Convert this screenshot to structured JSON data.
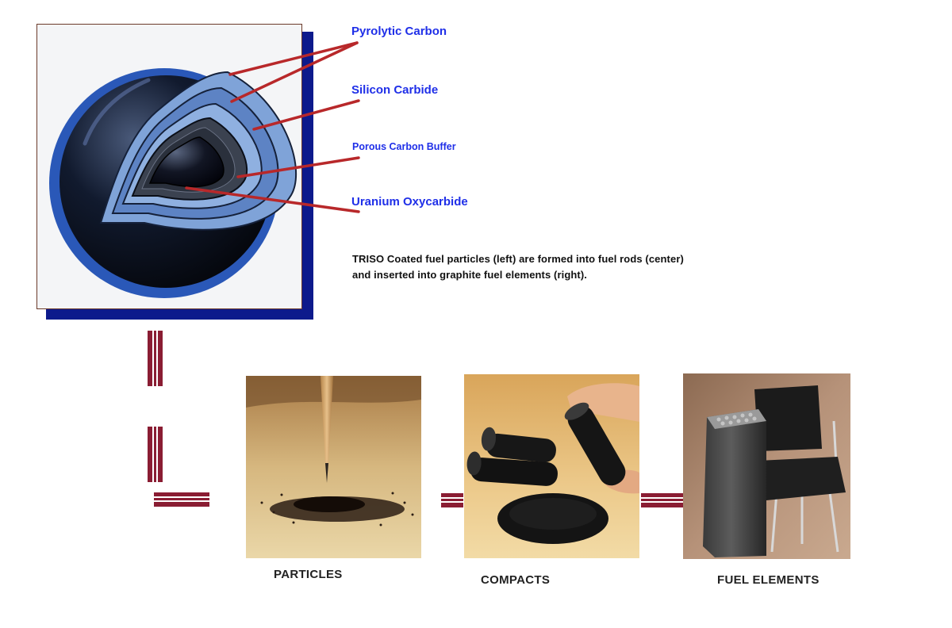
{
  "layers": [
    {
      "id": "pyrolytic",
      "label": "Pyrolytic Carbon"
    },
    {
      "id": "sic",
      "label": "Silicon  Carbide"
    },
    {
      "id": "buffer",
      "label": "Porous Carbon Buffer"
    },
    {
      "id": "kernel",
      "label": "Uranium Oxycarbide"
    }
  ],
  "caption": {
    "line1": "TRISO Coated  fuel particles (left) are formed into fuel rods (center)",
    "line2": "and inserted into graphite fuel elements (right)."
  },
  "stages": [
    {
      "id": "particles",
      "label": "PARTICLES"
    },
    {
      "id": "compacts",
      "label": "COMPACTS"
    },
    {
      "id": "fuel-elements",
      "label": "FUEL ELEMENTS"
    }
  ],
  "colors": {
    "label_blue": "#1f2fe8",
    "leader_red": "#b8282a",
    "frame_shadow": "#0d1a8c",
    "connector": "#8a1d33"
  }
}
